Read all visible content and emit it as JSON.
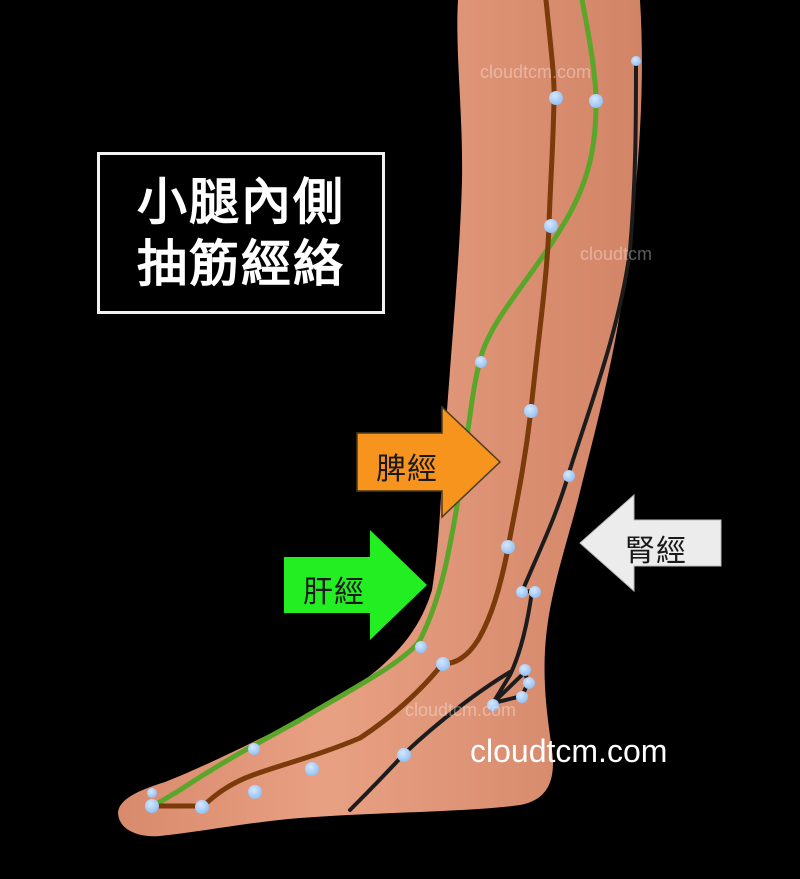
{
  "title": {
    "line1": "小腿內側",
    "line2": "抽筋經絡"
  },
  "labels": {
    "spleen": {
      "text": "脾經",
      "color": "#f7941d",
      "direction": "right"
    },
    "liver": {
      "text": "肝經",
      "color": "#22ee22",
      "direction": "right"
    },
    "kidney": {
      "text": "腎經",
      "color": "#eeeeee",
      "direction": "left"
    }
  },
  "meridian_colors": {
    "spleen": "#7a3a0a",
    "liver": "#5aa62a",
    "kidney": "#1c1c1c",
    "acupoint": "#a6ccf5"
  },
  "watermark": {
    "main": "cloudtcm.com",
    "faint_1": "cloudtcm.com",
    "faint_2": "cloudtcm",
    "faint_3": "cloudtcm.com"
  },
  "colors": {
    "background": "#000000",
    "skin": "#e2987a",
    "skin_shadow": "#c97c60"
  }
}
